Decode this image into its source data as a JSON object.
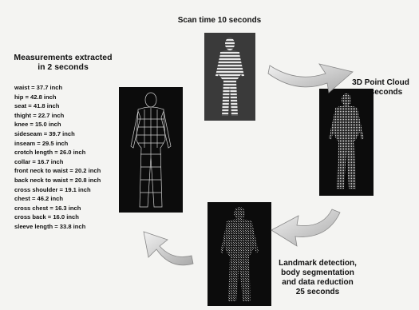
{
  "labels": {
    "scan_time": "Scan time 10 seconds",
    "point_cloud_line1": "3D Point Cloud",
    "point_cloud_line2": "18 seconds",
    "landmark_line1": "Landmark detection,",
    "landmark_line2": "body segmentation",
    "landmark_line3": "and data reduction",
    "landmark_line4": "25 seconds",
    "measurements_line1": "Measurements extracted",
    "measurements_line2": "in 2 seconds"
  },
  "measurements": [
    "waist = 37.7 inch",
    "hip = 42.8 inch",
    "seat = 41.8 inch",
    "thight = 22.7 inch",
    "knee = 15.0 inch",
    "sideseam = 39.7 inch",
    "inseam = 29.5 inch",
    "crotch length = 26.0 inch",
    "collar = 16.7 inch",
    "front neck to waist = 20.2 inch",
    "back neck to waist = 20.8 inch",
    "cross shoulder = 19.1 inch",
    "chest = 46.2 inch",
    "cross chest = 16.3 inch",
    "cross back = 16.0 inch",
    "sleeve length = 33.8 inch"
  ],
  "colors": {
    "panel_bg": "#0c0c0c",
    "scan_panel_bg": "#3a3a3a",
    "arrow_fill": "#cfcfcf",
    "text": "#111111"
  }
}
